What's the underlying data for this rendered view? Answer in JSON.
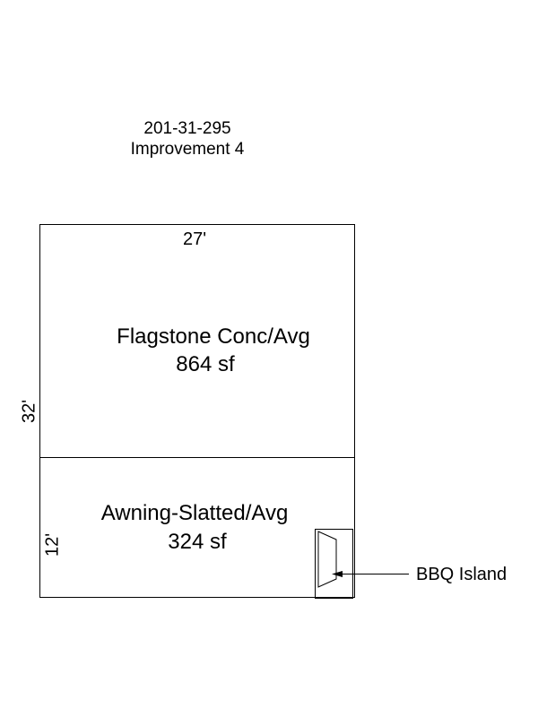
{
  "header": {
    "parcel_id": "201-31-295",
    "improvement": "Improvement 4"
  },
  "areas": [
    {
      "name": "Flagstone Conc/Avg",
      "size": "864 sf"
    },
    {
      "name": "Awning-Slatted/Avg",
      "size": "324 sf"
    }
  ],
  "dimensions": {
    "top_width": "27'",
    "left_full": "32'",
    "left_lower": "12'"
  },
  "callout": {
    "label": "BBQ Island"
  }
}
